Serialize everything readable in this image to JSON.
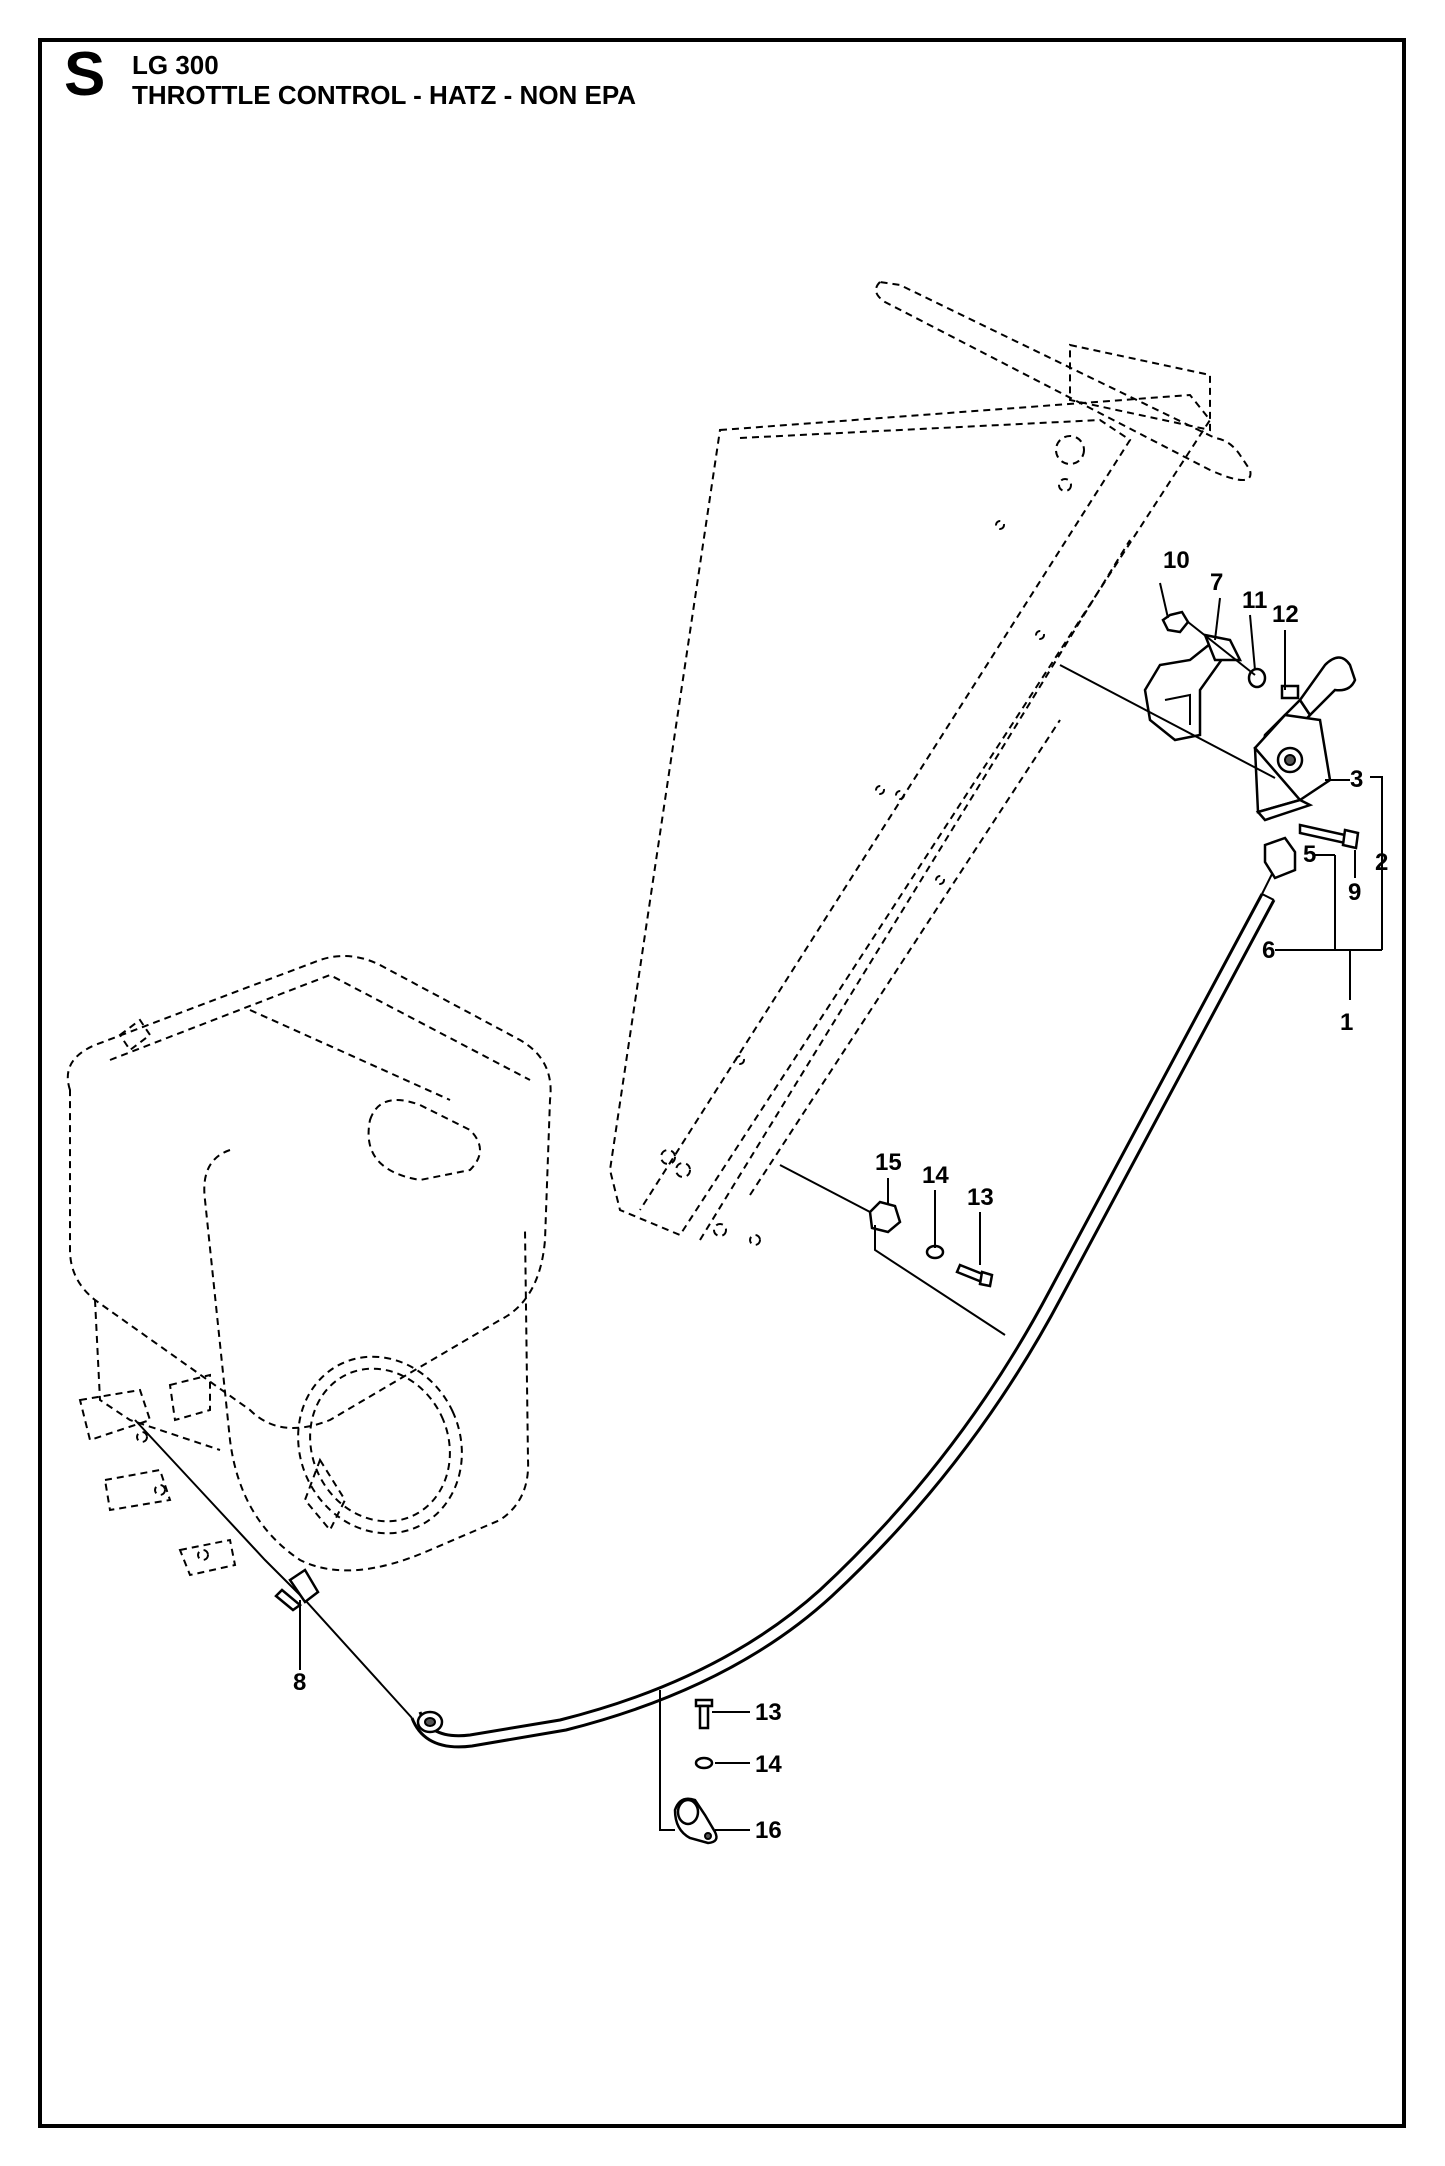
{
  "header": {
    "section_letter": "S",
    "model": "LG 300",
    "title": "THROTTLE CONTROL - HATZ - NON EPA"
  },
  "callouts": {
    "c1": "1",
    "c2": "2",
    "c3": "3",
    "c5": "5",
    "c6": "6",
    "c7": "7",
    "c8": "8",
    "c9": "9",
    "c10": "10",
    "c11": "11",
    "c12": "12",
    "c13a": "13",
    "c14a": "14",
    "c15": "15",
    "c13b": "13",
    "c14b": "14",
    "c16": "16"
  }
}
